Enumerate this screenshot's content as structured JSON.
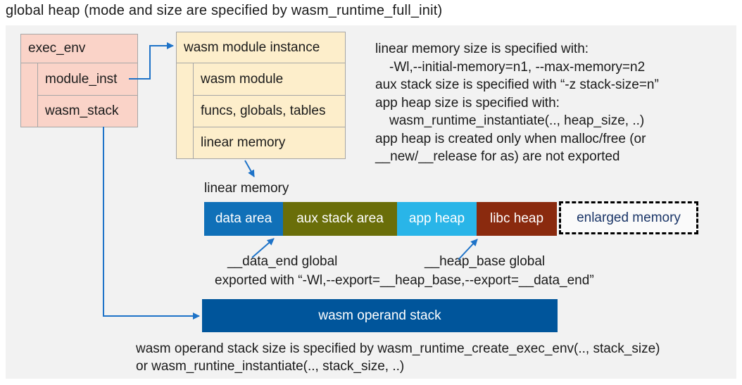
{
  "title": "global heap (mode and size are specified by wasm_runtime_full_init)",
  "exec_env": {
    "header": "exec_env",
    "rows": [
      {
        "label": "module_inst"
      },
      {
        "label": "wasm_stack"
      }
    ]
  },
  "module_instance": {
    "header": "wasm module instance",
    "rows": [
      {
        "label": "wasm module"
      },
      {
        "label": "funcs, globals, tables"
      },
      {
        "label": "linear memory"
      }
    ]
  },
  "notes": {
    "lines": [
      {
        "text": "linear memory size is specified with:",
        "indented": false
      },
      {
        "text": "-Wl,--initial-memory=n1, --max-memory=n2",
        "indented": true
      },
      {
        "text": "aux stack size is specified with “-z stack-size=n”",
        "indented": false
      },
      {
        "text": "app heap size is specified with:",
        "indented": false
      },
      {
        "text": "wasm_runtime_instantiate(.., heap_size, ..)",
        "indented": true
      },
      {
        "text": "app heap is created only when malloc/free (or",
        "indented": false
      },
      {
        "text": "__new/__release for as) are not exported",
        "indented": false
      }
    ]
  },
  "linear_memory": {
    "label": "linear memory",
    "segments": [
      {
        "label": "data area",
        "color": "#1070b8"
      },
      {
        "label": "aux stack area",
        "color": "#6a6e09"
      },
      {
        "label": "app heap",
        "color": "#29b5e8"
      },
      {
        "label": "libc heap",
        "color": "#8a2a0e"
      }
    ],
    "enlarged": {
      "label": "enlarged memory",
      "text_color": "#1b3668"
    }
  },
  "globals": {
    "data_end": "__data_end global",
    "heap_base": "__heap_base global",
    "exported": "exported with “-Wl,--export=__heap_base,--export=__data_end”"
  },
  "operand_stack": {
    "label": "wasm operand stack",
    "color": "#00559b"
  },
  "footer": {
    "lines": [
      "wasm operand stack size is specified by wasm_runtime_create_exec_env(.., stack_size)",
      "or wasm_runtine_instantiate(.., stack_size, ..)"
    ]
  },
  "colors": {
    "panel_bg": "#f2f2f2",
    "exec_env_fill": "#fad3c8",
    "module_instance_fill": "#fdeecb",
    "box_border": "#a6a6a6",
    "arrow_blue": "#1e73c8"
  }
}
